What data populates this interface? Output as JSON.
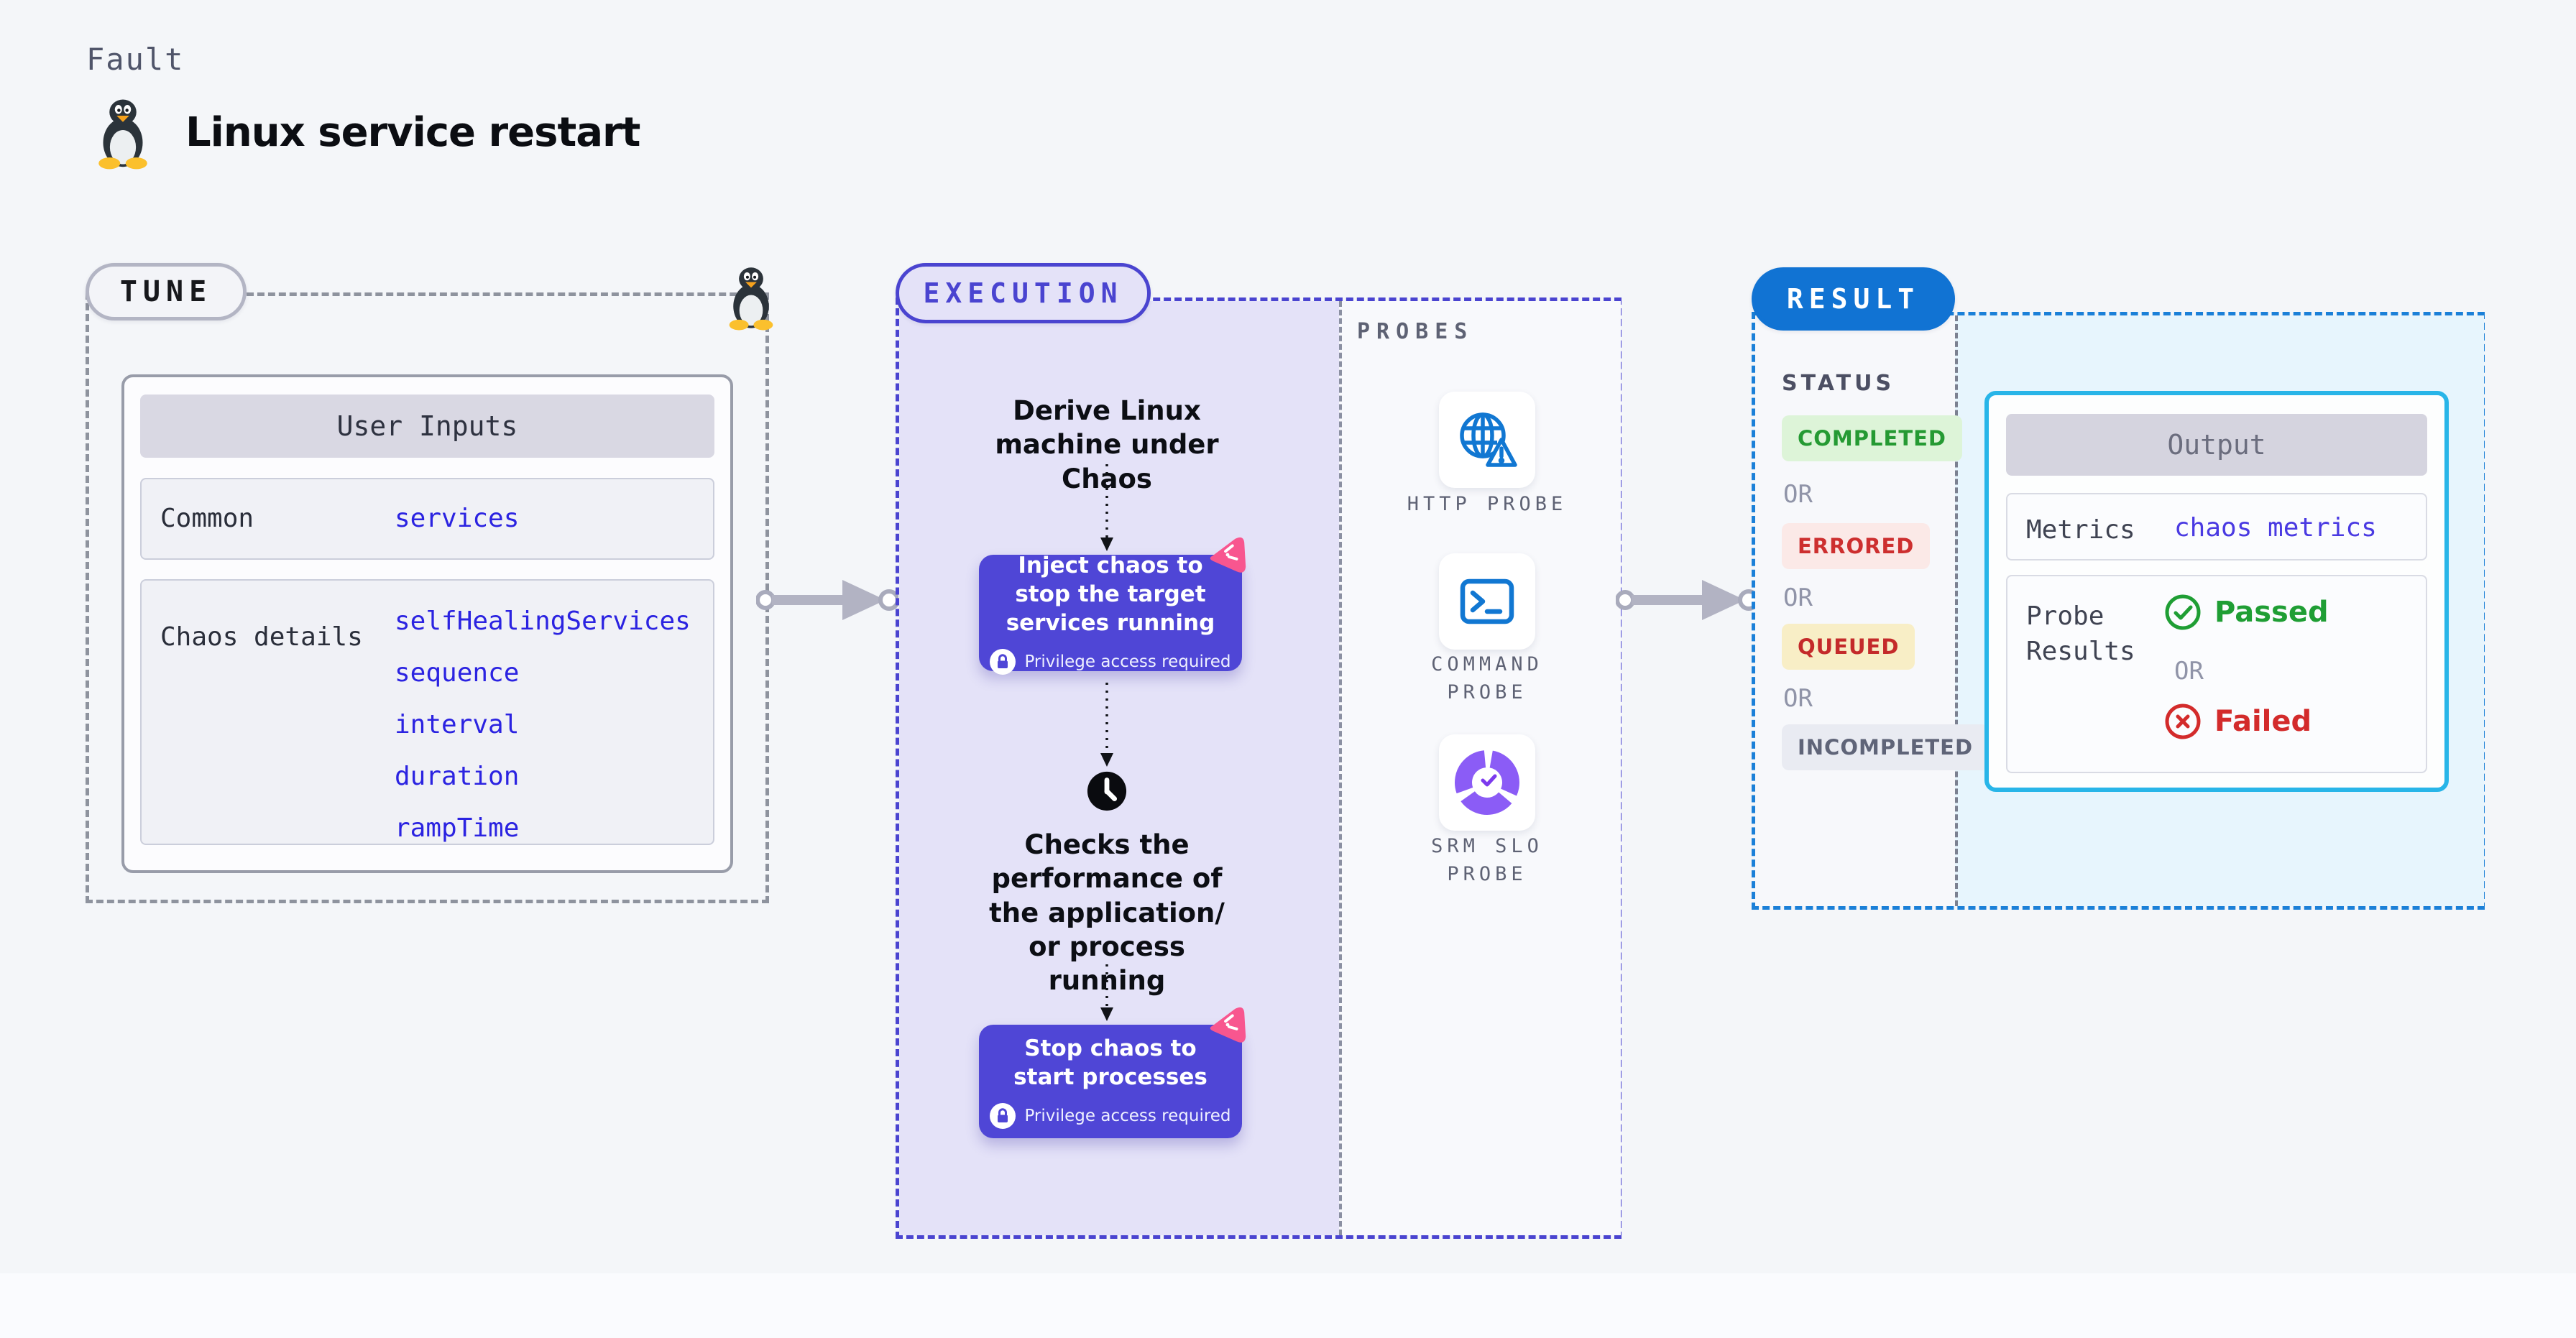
{
  "header": {
    "kicker": "Fault",
    "title": "Linux service restart"
  },
  "tune": {
    "badge": "TUNE",
    "card_title": "User Inputs",
    "rows": [
      {
        "label": "Common",
        "values": [
          "services"
        ]
      },
      {
        "label": "Chaos details",
        "values": [
          "selfHealingServices",
          "sequence",
          "interval",
          "duration",
          "rampTime"
        ]
      }
    ]
  },
  "execution": {
    "badge": "EXECUTION",
    "step_derive": "Derive Linux machine under Chaos",
    "inject_title": "Inject chaos to stop the target services running",
    "privilege_note": "Privilege access required",
    "step_check": "Checks the performance of the application/ or process running",
    "stop_title": "Stop chaos to start processes"
  },
  "probes": {
    "label": "PROBES",
    "items": [
      {
        "name": "HTTP PROBE",
        "icon": "globe-warning-icon"
      },
      {
        "name": "COMMAND PROBE",
        "icon": "terminal-icon"
      },
      {
        "name": "SRM SLO PROBE",
        "icon": "slo-donut-icon"
      }
    ]
  },
  "result": {
    "badge": "RESULT",
    "status_label": "STATUS",
    "or": "OR",
    "statuses": [
      "COMPLETED",
      "ERRORED",
      "QUEUED",
      "INCOMPLETED"
    ],
    "output": {
      "title": "Output",
      "metrics_label": "Metrics",
      "metrics_value": "chaos metrics",
      "probe_results_label": "Probe Results",
      "passed": "Passed",
      "failed": "Failed"
    }
  },
  "icons": {
    "tux": "tux-penguin-icon",
    "chaos_logo": "chaos-logo-icon",
    "lock": "lock-icon",
    "clock": "clock-icon",
    "http_probe": "globe-warning-icon",
    "command_probe": "terminal-icon",
    "srm_probe": "slo-donut-icon",
    "passed": "check-circle-icon",
    "failed": "x-circle-icon"
  },
  "colors": {
    "page_bg": "#f4f6f9",
    "indigo": "#4a44d0",
    "indigo_fill": "#e4e2f8",
    "purple_card": "#4f46d6",
    "pink": "#f8568f",
    "blue": "#1173d3",
    "cyan_border": "#28b5e8",
    "cyan_fill": "#e7f5fd",
    "link_blue": "#2b23e1",
    "green": "#1f9e34",
    "red": "#d32b2b"
  }
}
